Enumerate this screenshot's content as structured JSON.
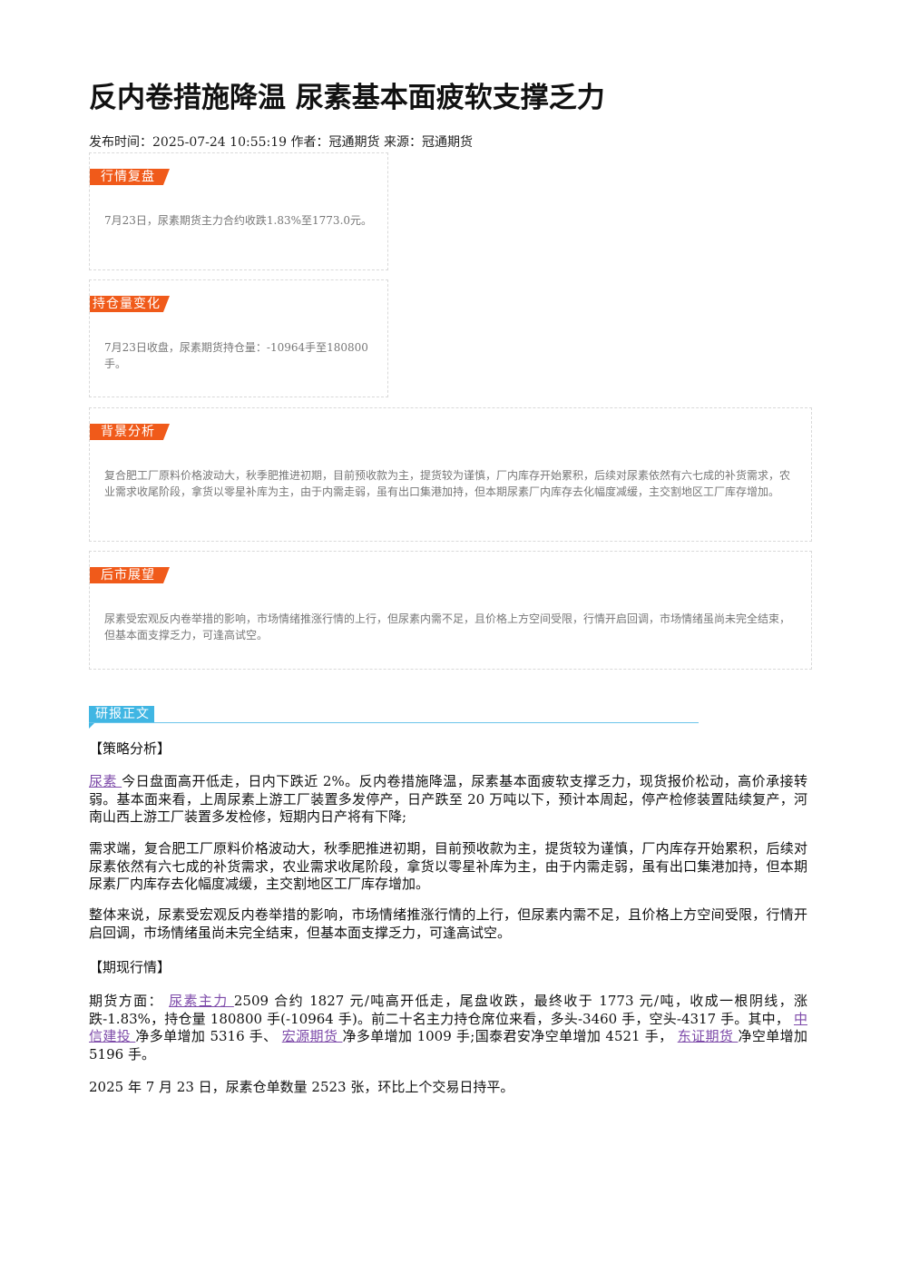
{
  "article": {
    "title": "反内卷措施降温 尿素基本面疲软支撑乏力",
    "meta": "发布时间：2025-07-24 10:55:19 作者：冠通期货 来源：冠通期货"
  },
  "summary_boxes": [
    {
      "tag": "行情复盘",
      "text": "7月23日，尿素期货主力合约收跌1.83%至1773.0元。"
    },
    {
      "tag": "持仓量变化",
      "text": "7月23日收盘，尿素期货持仓量：-10964手至180800手。"
    },
    {
      "tag": "背景分析",
      "text": "复合肥工厂原料价格波动大，秋季肥推进初期，目前预收款为主，提货较为谨慎，厂内库存开始累积，后续对尿素依然有六七成的补货需求，农业需求收尾阶段，拿货以零星补库为主，由于内需走弱，虽有出口集港加持，但本期尿素厂内库存去化幅度减缓，主交割地区工厂库存增加。"
    },
    {
      "tag": "后市展望",
      "text": "尿素受宏观反内卷举措的影响，市场情绪推涨行情的上行，但尿素内需不足，且价格上方空间受限，行情开启回调，市场情绪虽尚未完全结束，但基本面支撑乏力，可逢高试空。"
    }
  ],
  "report": {
    "label": "研报正文",
    "strategy_head": "【策略分析】",
    "p1_link": "尿素 ",
    "p1_rest": "今日盘面高开低走，日内下跌近 2%。反内卷措施降温，尿素基本面疲软支撑乏力，现货报价松动，高价承接转弱。基本面来看，上周尿素上游工厂装置多发停产，日产跌至 20 万吨以下，预计本周起，停产检修装置陆续复产，河南山西上游工厂装置多发检修，短期内日产将有下降;",
    "p2": "需求端，复合肥工厂原料价格波动大，秋季肥推进初期，目前预收款为主，提货较为谨慎，厂内库存开始累积，后续对尿素依然有六七成的补货需求，农业需求收尾阶段，拿货以零星补库为主，由于内需走弱，虽有出口集港加持，但本期尿素厂内库存去化幅度减缓，主交割地区工厂库存增加。",
    "p3": "整体来说，尿素受宏观反内卷举措的影响，市场情绪推涨行情的上行，但尿素内需不足，且价格上方空间受限，行情开启回调，市场情绪虽尚未完全结束，但基本面支撑乏力，可逢高试空。",
    "futures_head": "【期现行情】",
    "p4_a": "期货方面： ",
    "p4_link1": "尿素主力 ",
    "p4_b": "2509 合约 1827 元/吨高开低走，尾盘收跌，最终收于 1773 元/吨，收成一根阴线，涨跌-1.83%，持仓量 180800 手(-10964 手)。前二十名主力持仓席位来看，多头-3460 手，空头-4317 手。其中， ",
    "p4_link2": "中信建投 ",
    "p4_c": "净多单增加 5316 手、 ",
    "p4_link3": "宏源期货 ",
    "p4_d": "净多单增加 1009 手;国泰君安净空单增加 4521 手， ",
    "p4_link4": "东证期货 ",
    "p4_e": "净空单增加 5196 手。",
    "p5": "2025 年 7 月 23 日，尿素仓单数量 2523 张，环比上个交易日持平。"
  }
}
